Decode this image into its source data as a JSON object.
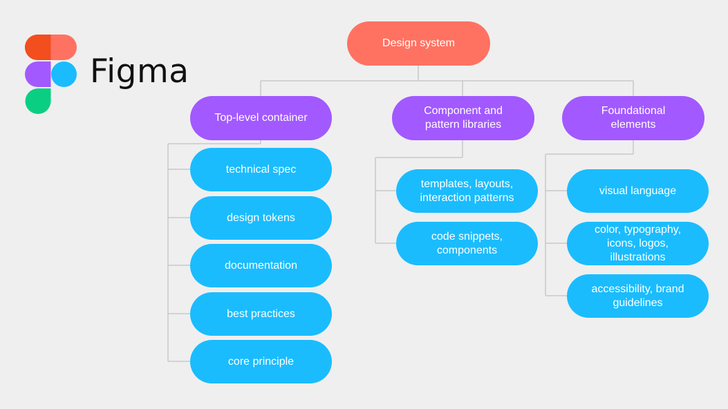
{
  "logo": {
    "text": "Figma",
    "colors": {
      "red": "#F24E1E",
      "orange": "#FF7262",
      "purple": "#A259FF",
      "blue": "#1ABCFE",
      "green": "#0ACF83"
    }
  },
  "diagram": {
    "root": {
      "label": "Design system"
    },
    "categories": [
      {
        "label": "Top-level container",
        "items": [
          "technical spec",
          "design tokens",
          "documentation",
          "best practices",
          "core principle"
        ]
      },
      {
        "label": "Component and\npattern libraries",
        "items": [
          "templates, layouts,\ninteraction patterns",
          "code snippets,\ncomponents"
        ]
      },
      {
        "label": "Foundational\nelements",
        "items": [
          "visual language",
          "color, typography,\nicons, logos,\nillustrations",
          "accessibility, brand\nguidelines"
        ]
      }
    ]
  },
  "colors": {
    "background": "#EFEFEF",
    "root": "#FF7262",
    "category": "#A259FF",
    "leaf": "#1ABCFE",
    "connector": "#C8C8C8",
    "node_text": "#FFFFFF"
  }
}
